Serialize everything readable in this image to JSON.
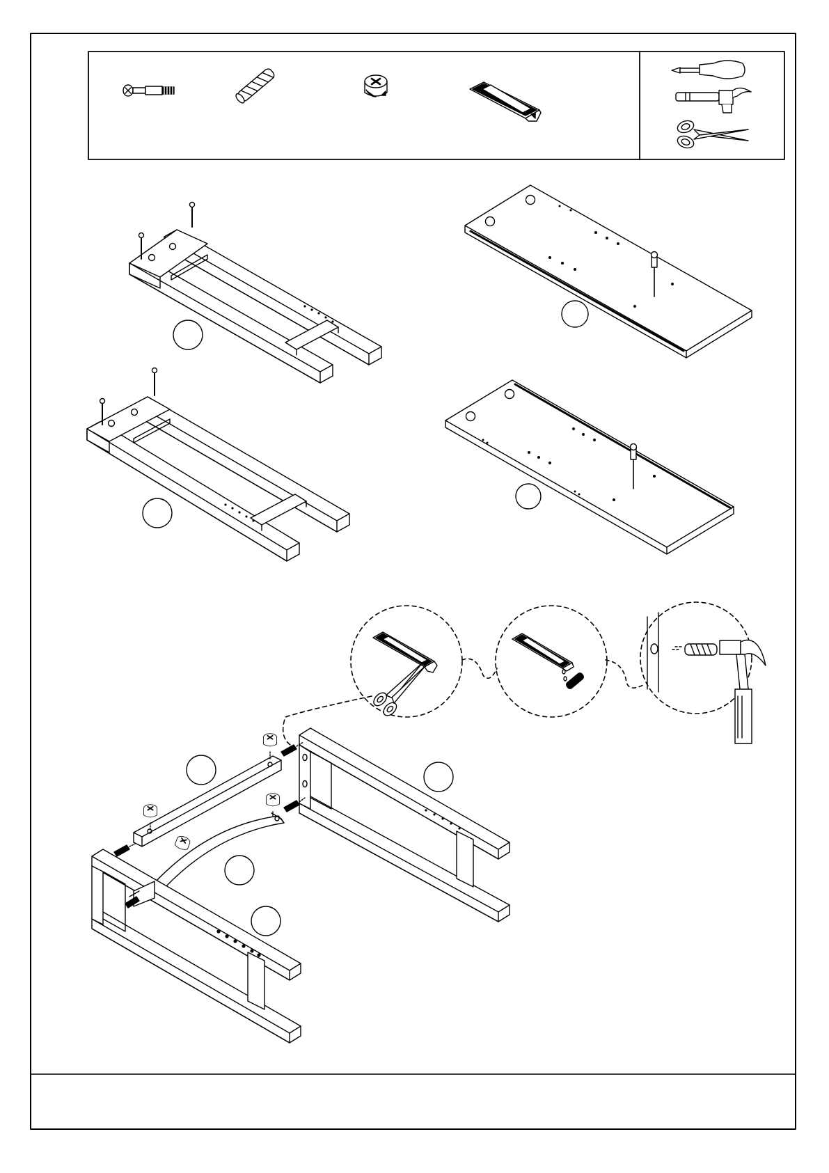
{
  "document": {
    "type": "assembly-instruction-sheet",
    "footer_text": ""
  },
  "hardware_panel": {
    "items": [
      {
        "icon": "cam-bolt-icon"
      },
      {
        "icon": "wood-dowel-icon"
      },
      {
        "icon": "cam-lock-icon"
      },
      {
        "icon": "glue-packet-icon"
      }
    ]
  },
  "tools_panel": {
    "items": [
      {
        "icon": "screwdriver-icon"
      },
      {
        "icon": "hammer-icon"
      },
      {
        "icon": "scissors-icon"
      }
    ]
  },
  "part_callouts": {
    "label_text": ""
  },
  "detail_sequence": [
    {
      "icon": "scissors-icon",
      "step": "cut-glue-packet"
    },
    {
      "icon": "glue-drop-icon",
      "step": "apply-glue-to-dowel"
    },
    {
      "icon": "hammer-icon",
      "step": "tap-dowel-into-hole"
    }
  ],
  "colors": {
    "line": "#000000",
    "background": "#ffffff"
  }
}
